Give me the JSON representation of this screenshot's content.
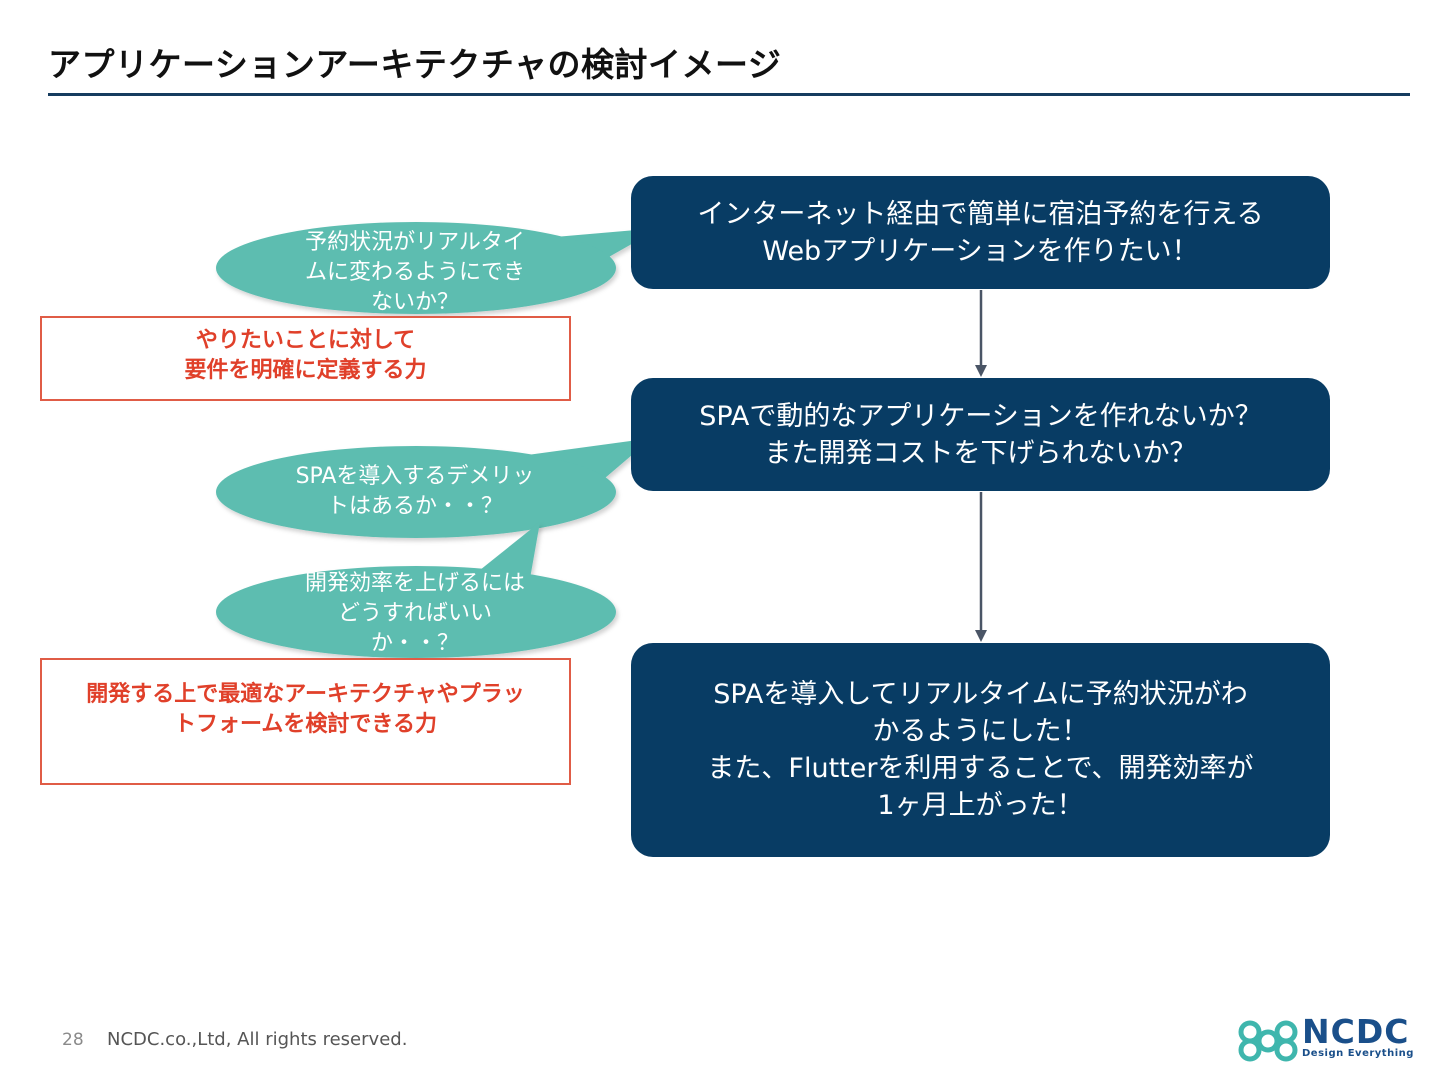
{
  "title": "アプリケーションアーキテクチャの検討イメージ",
  "flow": {
    "step1": "インターネット経由で簡単に宿泊予約を行える\nWebアプリケーションを作りたい！",
    "step2": "SPAで動的なアプリケーションを作れないか？\nまた開発コストを下げられないか？",
    "step3": "SPAを導入してリアルタイムに予約状況がわ\nかるようにした！\nまた、Flutterを利用することで、開発効率が\n1ヶ月上がった！"
  },
  "bubbles": {
    "b1": "予約状況がリアルタイ\nムに変わるようにでき\nないか？",
    "b2": "SPAを導入するデメリッ\nトはあるか・・？",
    "b3": "開発効率を上げるには\nどうすればいい\nか・・？"
  },
  "skills": {
    "s1": "やりたいことに対して\n要件を明確に定義する力",
    "s2": "開発する上で最適なアーキテクチャやプラッ\nトフォームを検討できる力"
  },
  "footer": {
    "page_number": "28",
    "copyright": "NCDC.co.,Ltd, All rights reserved.",
    "logo_word": "NCDC",
    "logo_tagline": "Design Everything"
  },
  "colors": {
    "flow_box": "#083c64",
    "bubble": "#5dbdb0",
    "skill_border": "#e05c46",
    "skill_text": "#e0402a"
  }
}
